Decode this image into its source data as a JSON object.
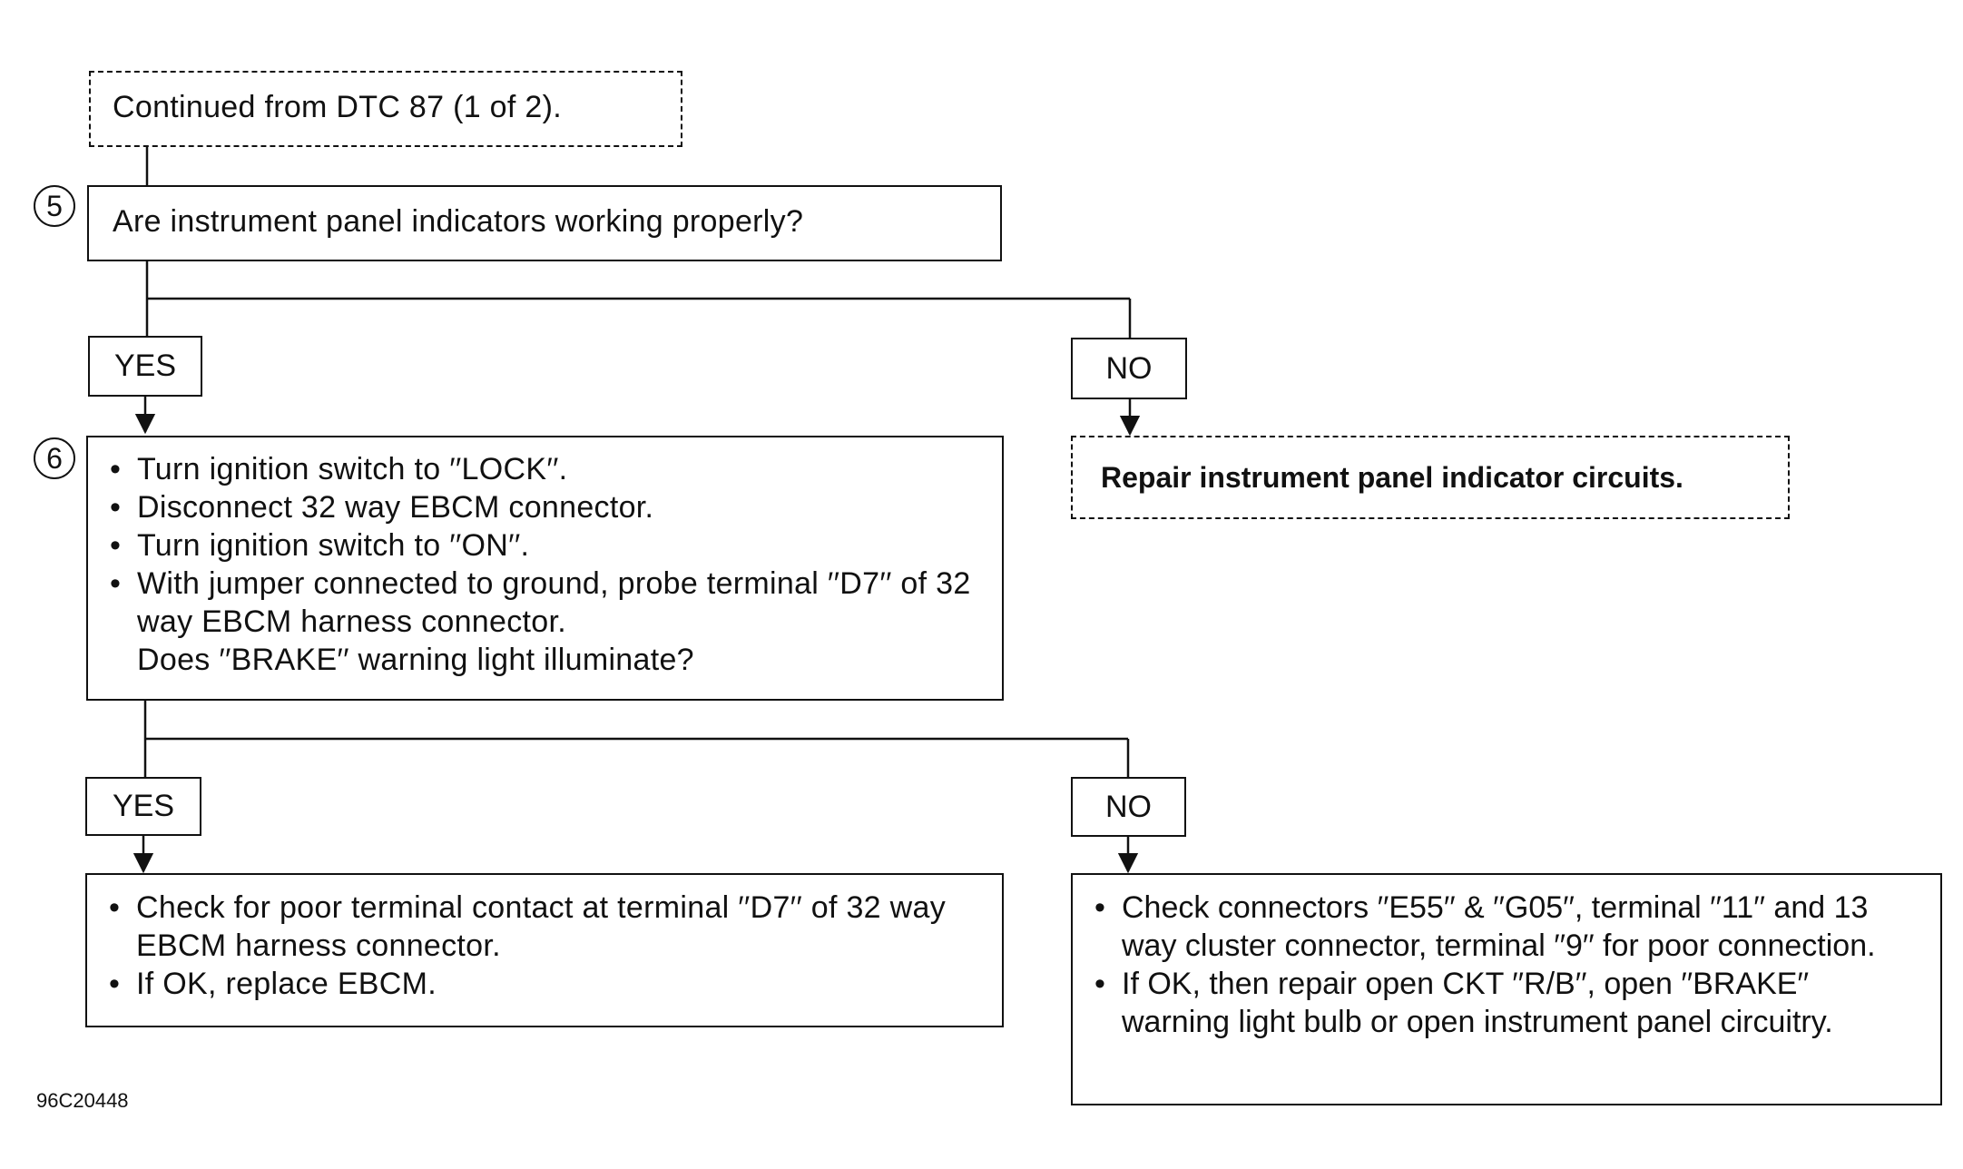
{
  "start": {
    "text": "Continued from DTC 87 (1 of 2)."
  },
  "step5": {
    "number": "5",
    "question": "Are instrument panel indicators working properly?",
    "yes_label": "YES",
    "no_label": "NO",
    "no_action": "Repair instrument panel indicator circuits."
  },
  "step6": {
    "number": "6",
    "bullets": [
      "Turn ignition switch to ′′LOCK′′.",
      "Disconnect 32 way EBCM connector.",
      "Turn ignition switch to ′′ON′′.",
      "With jumper connected to ground, probe terminal ′′D7′′ of 32 way EBCM harness connector."
    ],
    "question": "Does ′′BRAKE′′ warning light illuminate?",
    "yes_label": "YES",
    "no_label": "NO",
    "yes_action": [
      "Check for poor terminal contact at terminal ′′D7′′ of 32 way EBCM harness connector.",
      "If OK, replace EBCM."
    ],
    "no_action": [
      "Check connectors ′′E55′′ & ′′G05′′, terminal ′′11′′ and 13 way cluster connector, terminal ′′9′′ for poor connection.",
      "If OK, then repair open CKT ′′R/B′′, open ′′BRAKE′′ warning light bulb or open instrument panel circuitry."
    ]
  },
  "figure_id": "96C20448"
}
